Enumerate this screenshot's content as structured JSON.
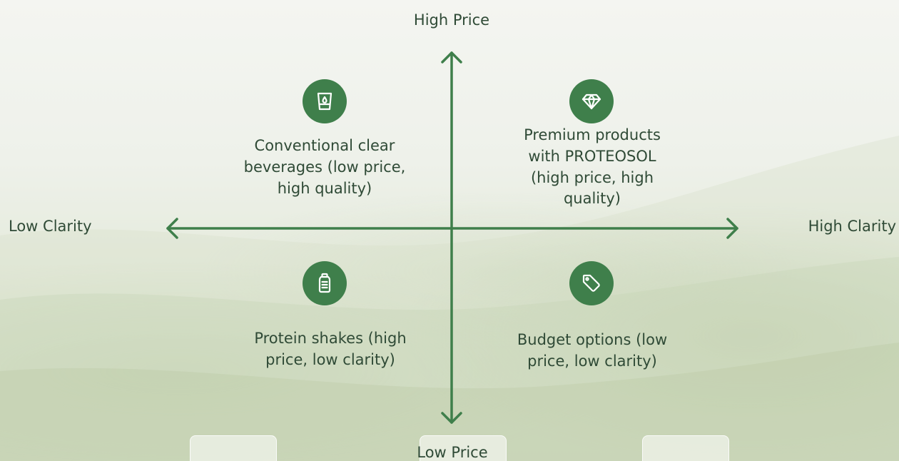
{
  "axes": {
    "top_label": "High Price",
    "bottom_label": "Low Price",
    "left_label": "Low Clarity",
    "right_label": "High Clarity"
  },
  "quadrants": {
    "top_left": {
      "icon": "water-glass-icon",
      "line1": "Conventional clear",
      "line2": "beverages (low price,",
      "line3": "high quality)"
    },
    "top_right": {
      "icon": "diamond-icon",
      "line1": "Premium products",
      "line2": "with PROTEOSOL",
      "line3": "(high price, high",
      "line4": "quality)"
    },
    "bottom_left": {
      "icon": "shake-bottle-icon",
      "line1": "Protein shakes (high",
      "line2": "price, low clarity)"
    },
    "bottom_right": {
      "icon": "price-tag-icon",
      "line1": "Budget options (low",
      "line2": "price, low clarity)"
    }
  },
  "colors": {
    "accent": "#3f7f4b",
    "text": "#2f4a36"
  }
}
